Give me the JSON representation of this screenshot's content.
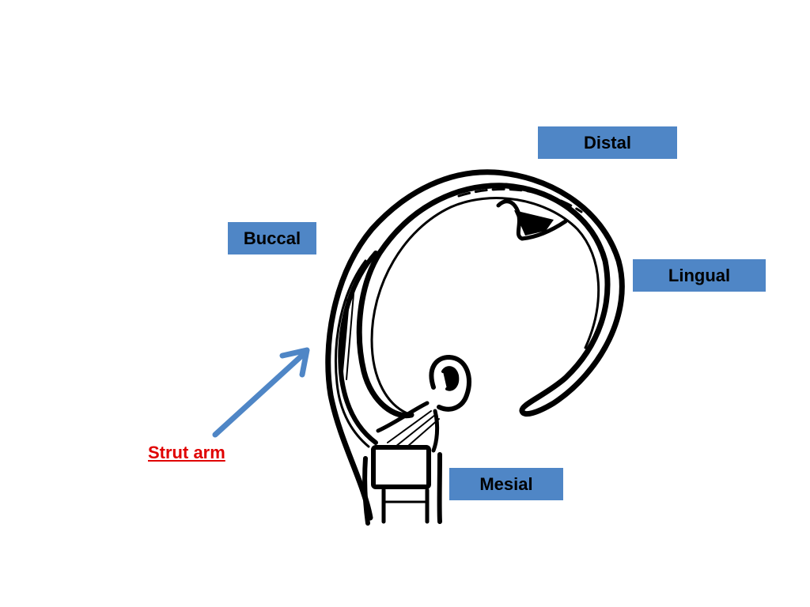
{
  "labels": {
    "distal": "Distal",
    "buccal": "Buccal",
    "lingual": "Lingual",
    "mesial": "Mesial",
    "strut_arm": "Strut arm"
  },
  "colors": {
    "label_box": "#4f86c6",
    "arrow": "#4f86c6",
    "strut_label": "#e00000",
    "line_art": "#000000"
  }
}
